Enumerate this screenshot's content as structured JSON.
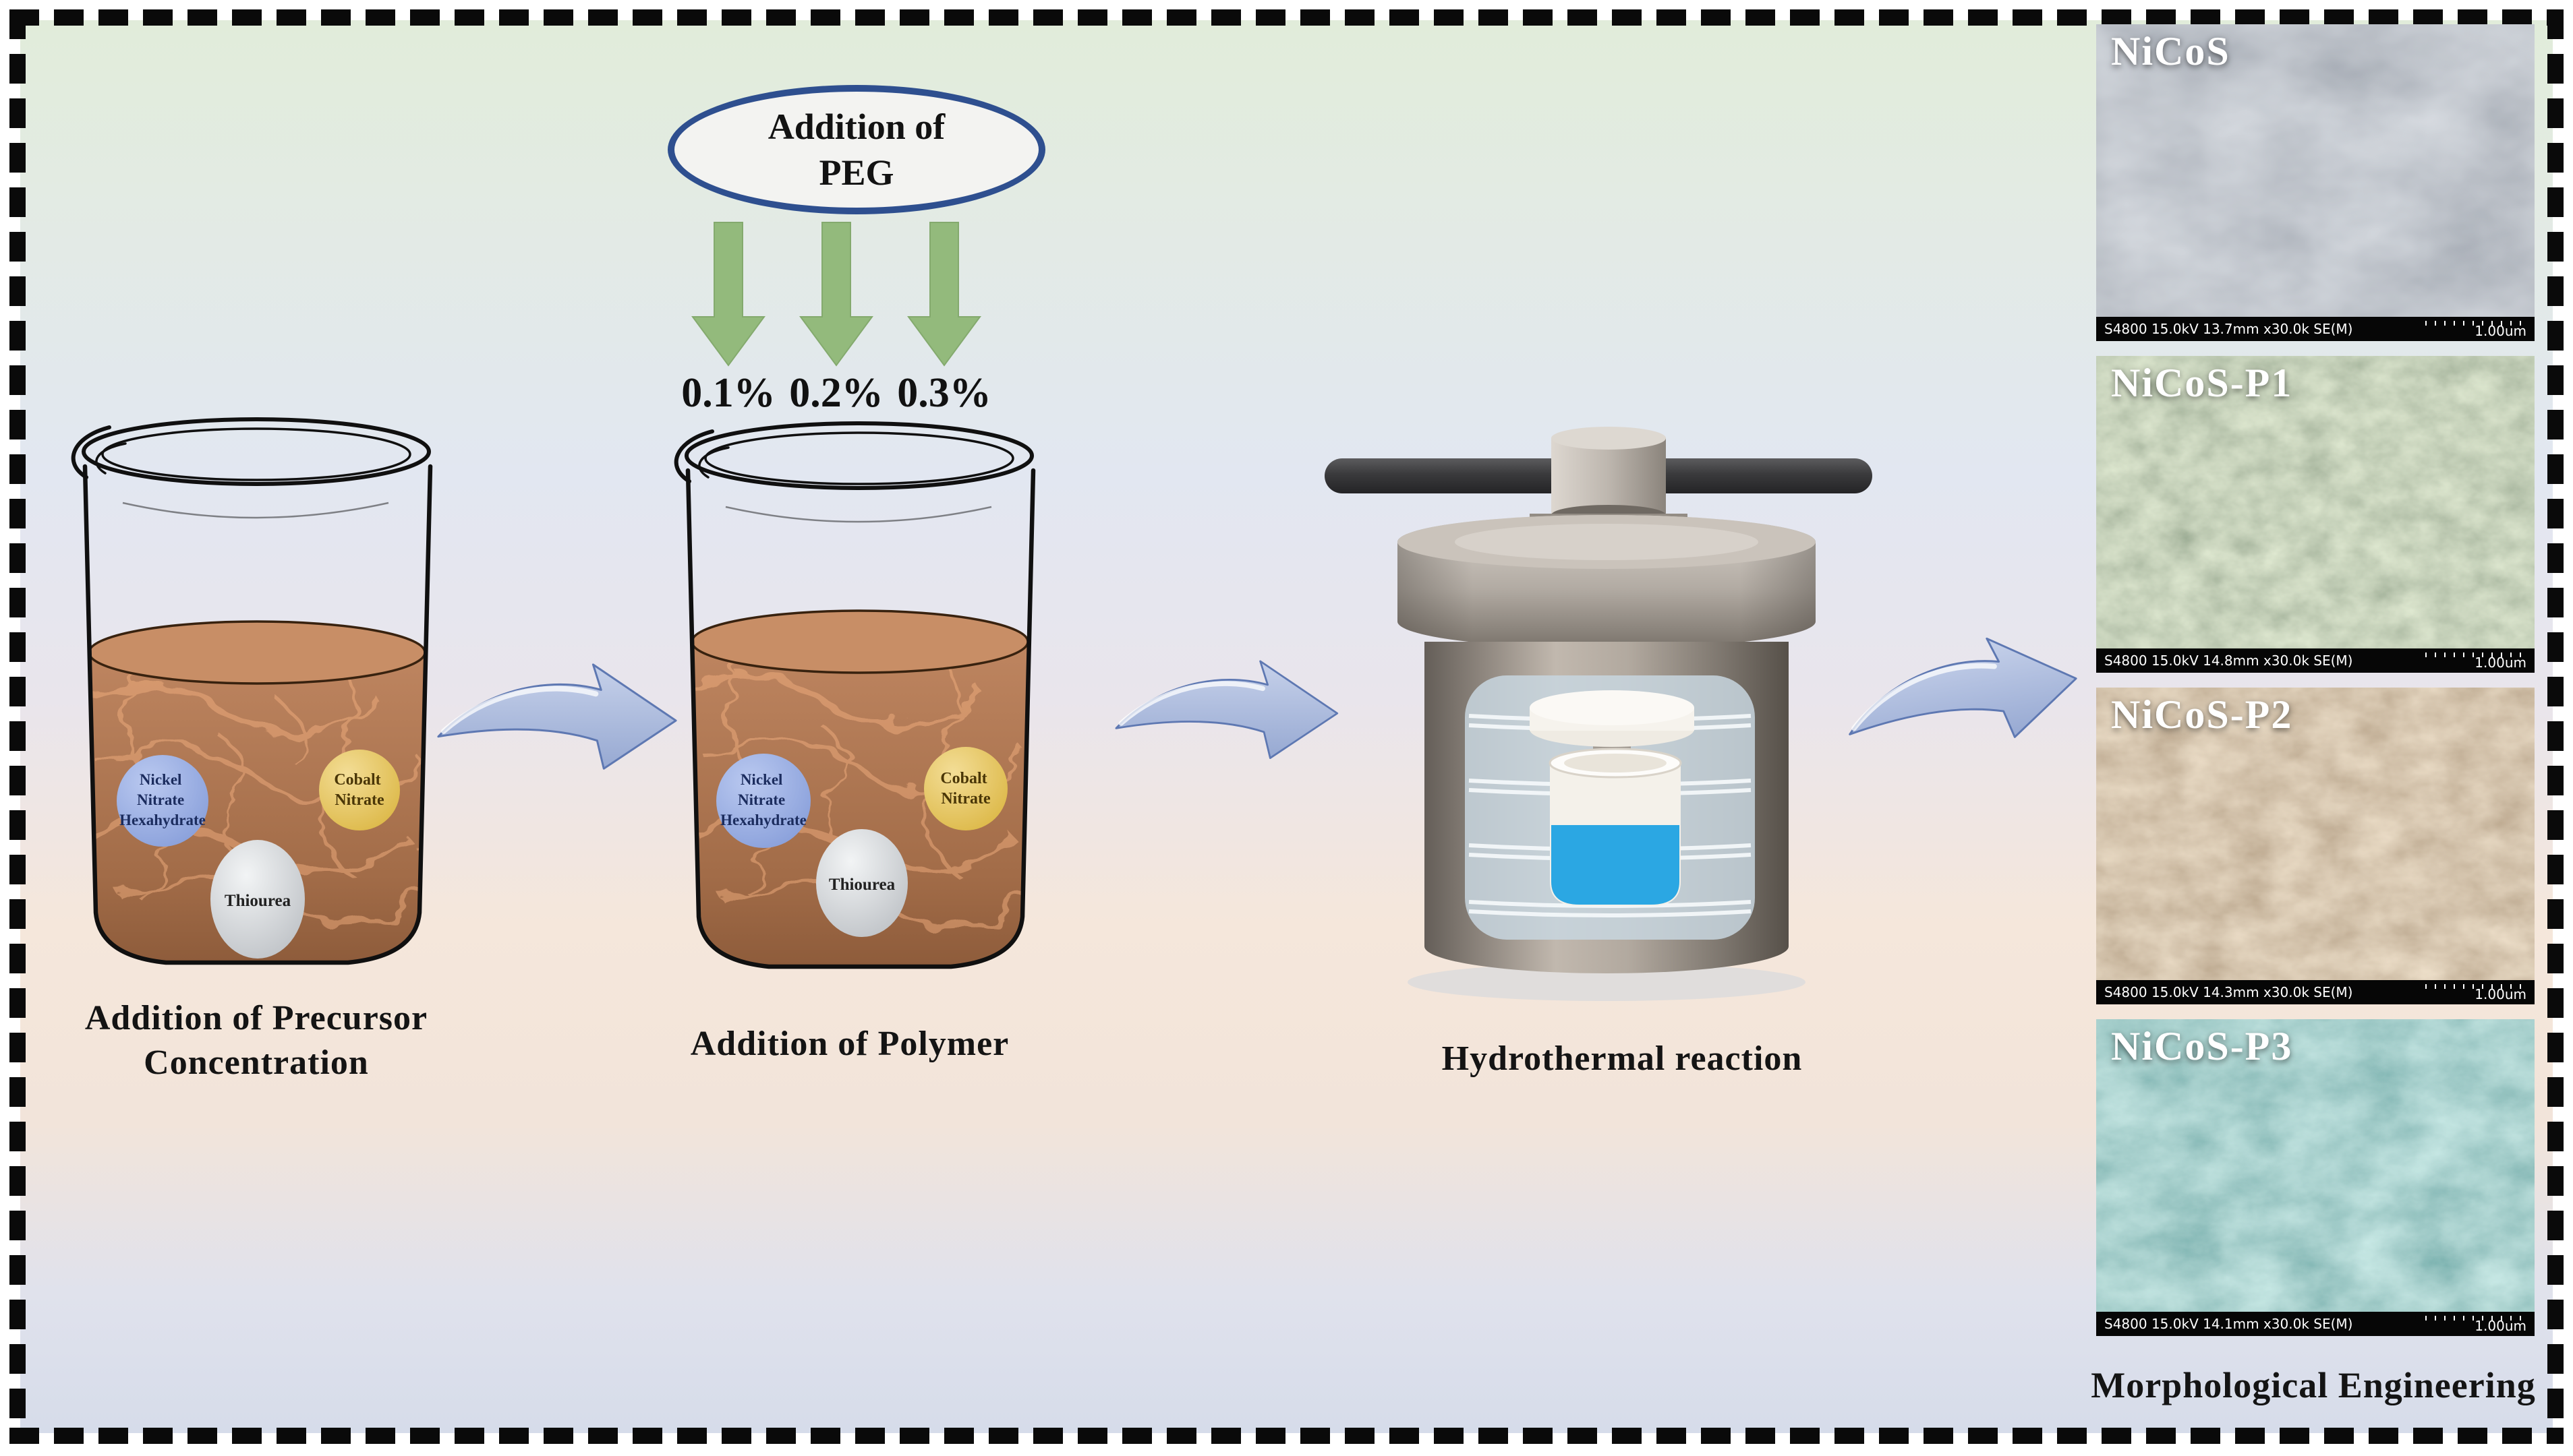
{
  "scene": {
    "peg_oval": {
      "line1": "Addition of",
      "line2": "PEG"
    },
    "peg_percents": [
      "0.1%",
      "0.2%",
      "0.3%"
    ],
    "beaker1": {
      "caption_line1": "Addition of Precursor",
      "caption_line2": "Concentration",
      "nickel_lines": [
        "Nickel",
        "Nitrate",
        "Hexahydrate"
      ],
      "cobalt_lines": [
        "Cobalt",
        "Nitrate"
      ],
      "thiourea": "Thiourea"
    },
    "beaker2": {
      "caption": "Addition of Polymer",
      "nickel_lines": [
        "Nickel",
        "Nitrate",
        "Hexahydrate"
      ],
      "cobalt_lines": [
        "Cobalt",
        "Nitrate"
      ],
      "thiourea": "Thiourea"
    },
    "autoclave": {
      "caption": "Hydrothermal reaction"
    },
    "sem": {
      "caption": "Morphological Engineering",
      "panels": [
        {
          "label": "NiCoS",
          "meta": "S4800 15.0kV 13.7mm x30.0k SE(M)",
          "scale": "1.00um"
        },
        {
          "label": "NiCoS-P1",
          "meta": "S4800 15.0kV 14.8mm x30.0k SE(M)",
          "scale": "1.00um"
        },
        {
          "label": "NiCoS-P2",
          "meta": "S4800 15.0kV 14.3mm x30.0k SE(M)",
          "scale": "1.00um"
        },
        {
          "label": "NiCoS-P3",
          "meta": "S4800 15.0kV 14.1mm x30.0k SE(M)",
          "scale": "1.00um"
        }
      ]
    },
    "colors": {
      "oval_border": "#2e4f8f",
      "green_arrow": "#93ba7c",
      "solution_brown": "#b97f5b",
      "nickel_blue": "#92a7e0",
      "cobalt_yellow": "#e6c25e",
      "thiourea_gray": "#d6d7d9",
      "flow_arrow_blue": "#a9b8da",
      "water_blue": "#2ba7e3",
      "sem_gray": "#8b95a0",
      "sem_green": "#9cba85",
      "sem_tan": "#c49a6a",
      "sem_teal": "#5fb3ac"
    }
  }
}
